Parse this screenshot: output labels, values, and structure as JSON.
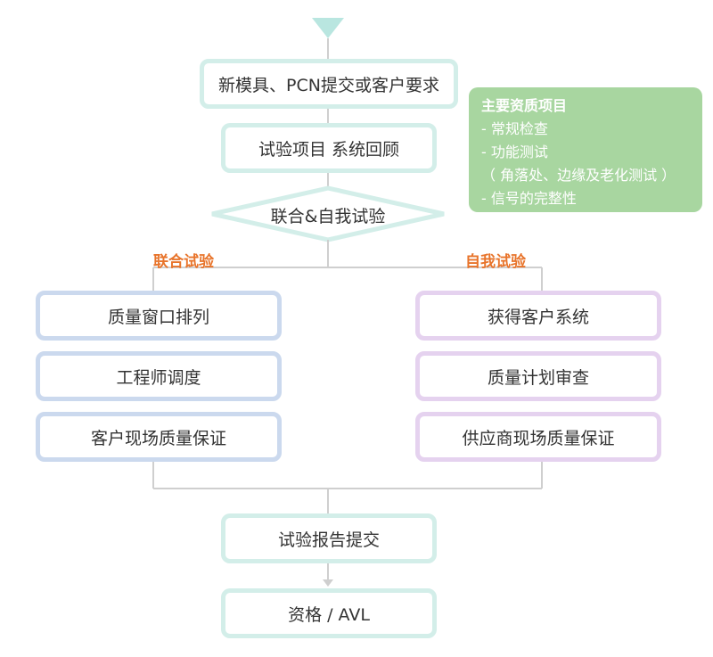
{
  "top_box": "新模具、PCN提交或客户要求",
  "review_box": "试验项目 系统回顾",
  "decision": "联合&自我试验",
  "branches": {
    "left_label": "联合试验",
    "right_label": "自我试验",
    "left_steps": [
      "质量窗口排列",
      "工程师调度",
      "客户现场质量保证"
    ],
    "right_steps": [
      "获得客户系统",
      "质量计划审查",
      "供应商现场质量保证"
    ]
  },
  "report_box": "试验报告提交",
  "final_box": "资格 / AVL",
  "note": {
    "title": "主要资质项目",
    "items": [
      "- 常规检查",
      "- 功能测试",
      "（ 角落处、边缘及老化测试 ）",
      "- 信号的完整性"
    ]
  },
  "colors": {
    "teal_border": "#d3eee9",
    "blue_border": "#cbd9ee",
    "purple_border": "#e5d2ef",
    "note_bg": "#a8d6a0",
    "branch_label": "#e8742b",
    "connector": "#cfcfcf"
  }
}
